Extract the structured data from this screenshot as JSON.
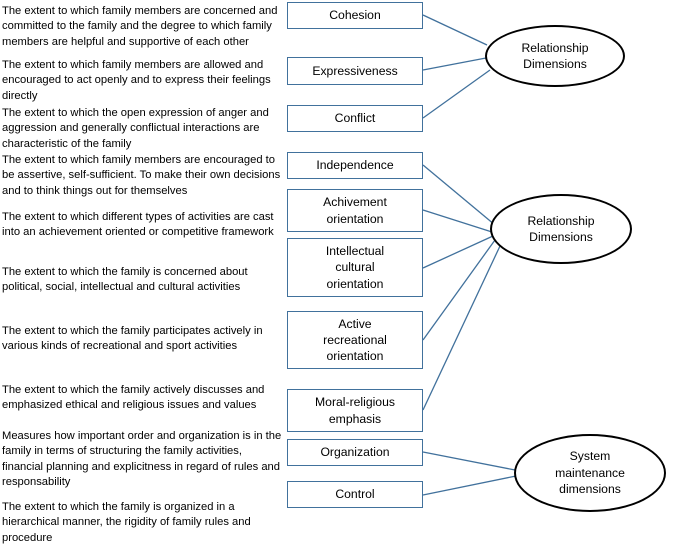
{
  "descriptions": [
    "The extent to which family members are concerned and committed to the family and the degree to which family members are helpful and supportive of each other",
    "The extent to which family members are allowed and encouraged to act openly and to express their feelings directly",
    "The extent to which the open expression of anger and aggression and generally conflictual interactions are characteristic of the family",
    "The extent to which family members are encouraged to be assertive, self-sufficient. To make their own decisions and to think things out for themselves",
    "The extent to which different types of activities are cast into an achievement oriented or competitive framework",
    "The extent to which the family is concerned about political, social, intellectual and cultural activities",
    "The extent to which the family participates actively in various kinds of recreational and sport activities",
    "The extent to which the family actively discusses and emphasized ethical and religious issues and values",
    "Measures how important order and organization is in the family in terms of structuring the family activities, financial planning and explicitness in regard of rules and responsability",
    "The extent to which the family is organized in a hierarchical manner, the rigidity of family rules and procedure"
  ],
  "subscales": [
    "Cohesion",
    "Expressiveness",
    "Conflict",
    "Independence",
    "Achivement orientation",
    "Intellectual cultural orientation",
    "Active recreational orientation",
    "Moral-religious emphasis",
    "Organization",
    "Control"
  ],
  "dimensions": [
    "Relationship Dimensions",
    "Relationship Dimensions",
    "System maintenance dimensions"
  ],
  "colors": {
    "box_border": "#41719c",
    "connector": "#41719c",
    "ellipse_border": "#000000"
  }
}
